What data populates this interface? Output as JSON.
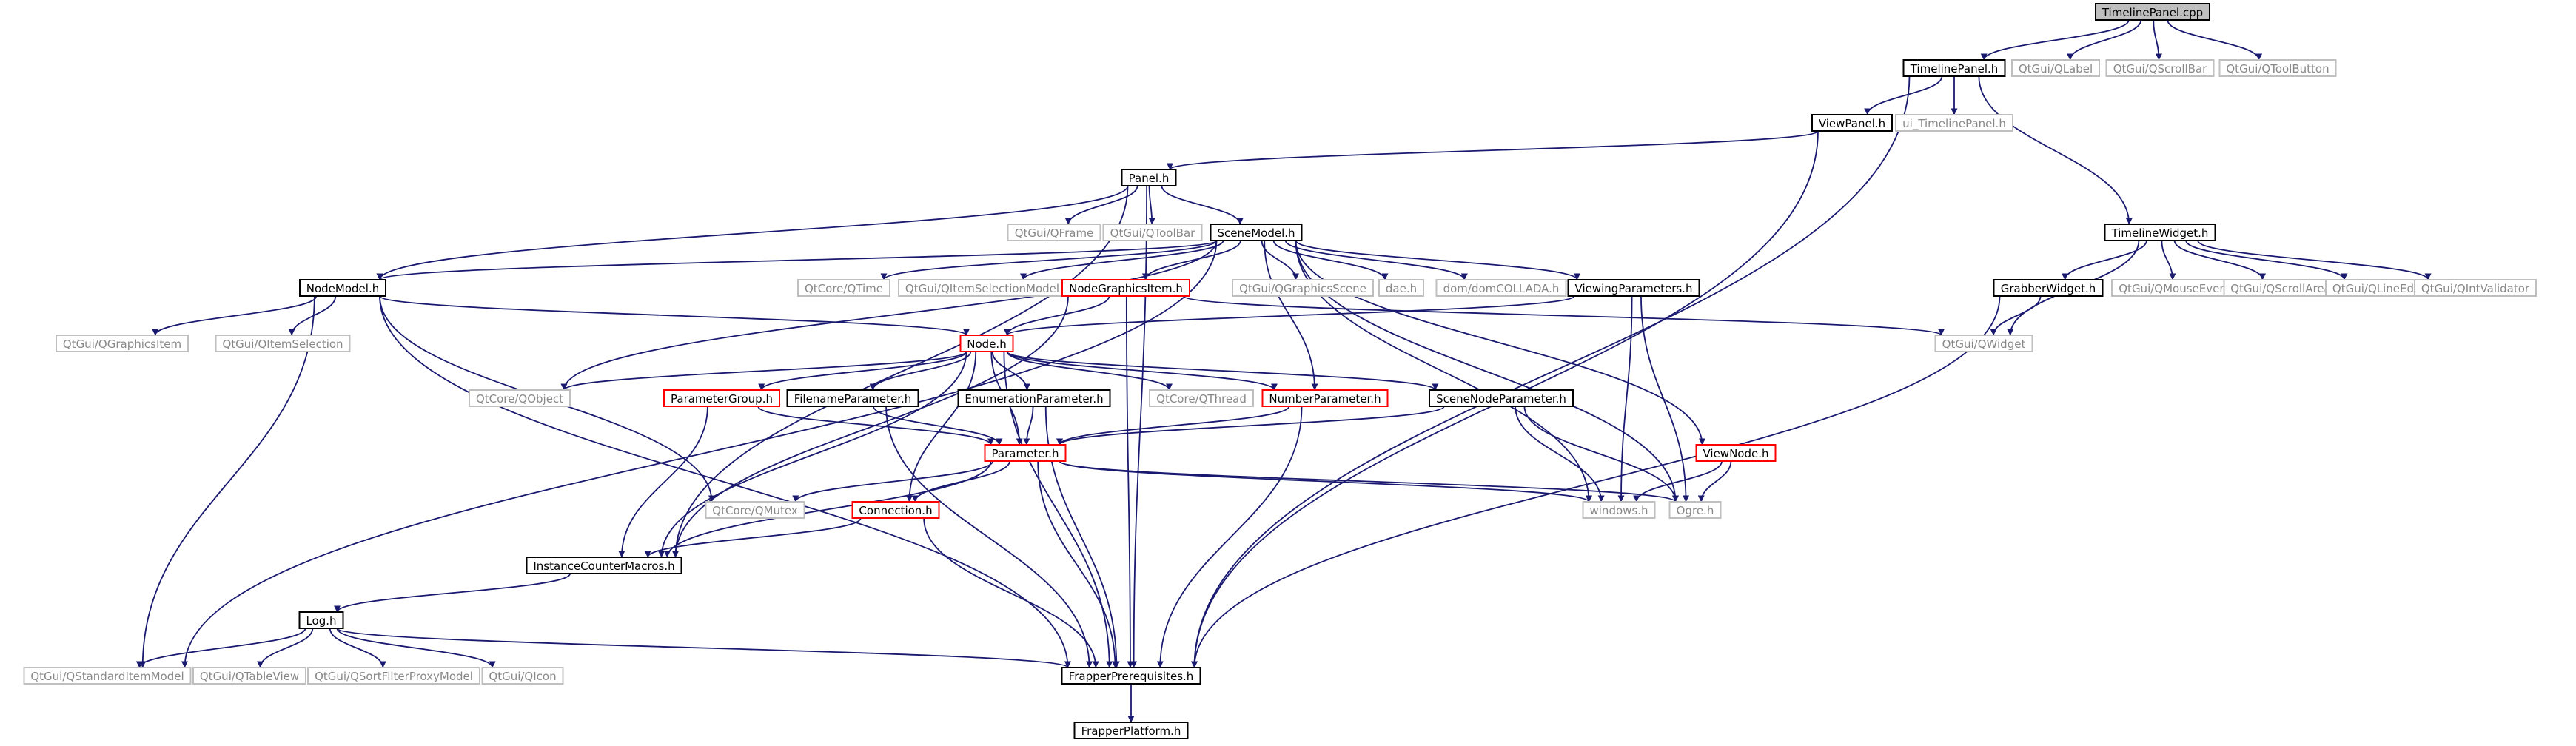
{
  "diagram": {
    "type": "include-dependency-graph",
    "colors": {
      "edge": "#191970",
      "root_fill": "#bfbfbf",
      "project_border": "#000000",
      "red_border": "#ff0000",
      "external_border": "#bfbfbf",
      "external_text": "#888888"
    },
    "nodes": [
      {
        "id": "timelinepanel_cpp",
        "label": "TimelinePanel.cpp",
        "kind": "root"
      },
      {
        "id": "timelinepanel_h",
        "label": "TimelinePanel.h",
        "kind": "project"
      },
      {
        "id": "qlabel",
        "label": "QtGui/QLabel",
        "kind": "external"
      },
      {
        "id": "qscrollbar",
        "label": "QtGui/QScrollBar",
        "kind": "external"
      },
      {
        "id": "qtoolbutton",
        "label": "QtGui/QToolButton",
        "kind": "external"
      },
      {
        "id": "viewpanel_h",
        "label": "ViewPanel.h",
        "kind": "project"
      },
      {
        "id": "ui_timelinepanel_h",
        "label": "ui_TimelinePanel.h",
        "kind": "external"
      },
      {
        "id": "panel_h",
        "label": "Panel.h",
        "kind": "project"
      },
      {
        "id": "qframe",
        "label": "QtGui/QFrame",
        "kind": "external"
      },
      {
        "id": "qtoolbar",
        "label": "QtGui/QToolBar",
        "kind": "external"
      },
      {
        "id": "scenemodel_h",
        "label": "SceneModel.h",
        "kind": "project"
      },
      {
        "id": "timelinewidget_h",
        "label": "TimelineWidget.h",
        "kind": "project"
      },
      {
        "id": "nodemodel_h",
        "label": "NodeModel.h",
        "kind": "project"
      },
      {
        "id": "qtime",
        "label": "QtCore/QTime",
        "kind": "external"
      },
      {
        "id": "qitemselectionmodel",
        "label": "QtGui/QItemSelectionModel",
        "kind": "external"
      },
      {
        "id": "nodegraphicsitem_h",
        "label": "NodeGraphicsItem.h",
        "kind": "red"
      },
      {
        "id": "qgraphicsscene",
        "label": "QtGui/QGraphicsScene",
        "kind": "external"
      },
      {
        "id": "dae_h",
        "label": "dae.h",
        "kind": "external"
      },
      {
        "id": "domcollada_h",
        "label": "dom/domCOLLADA.h",
        "kind": "external"
      },
      {
        "id": "viewingparameters_h",
        "label": "ViewingParameters.h",
        "kind": "project"
      },
      {
        "id": "grabberwidget_h",
        "label": "GrabberWidget.h",
        "kind": "project"
      },
      {
        "id": "qmouseevent",
        "label": "QtGui/QMouseEvent",
        "kind": "external"
      },
      {
        "id": "qscrollarea",
        "label": "QtGui/QScrollArea",
        "kind": "external"
      },
      {
        "id": "qlineedit",
        "label": "QtGui/QLineEdit",
        "kind": "external"
      },
      {
        "id": "qintvalidator",
        "label": "QtGui/QIntValidator",
        "kind": "external"
      },
      {
        "id": "qgraphicsitem",
        "label": "QtGui/QGraphicsItem",
        "kind": "external"
      },
      {
        "id": "qitemselection",
        "label": "QtGui/QItemSelection",
        "kind": "external"
      },
      {
        "id": "node_h",
        "label": "Node.h",
        "kind": "red"
      },
      {
        "id": "qwidget",
        "label": "QtGui/QWidget",
        "kind": "external"
      },
      {
        "id": "qobject",
        "label": "QtCore/QObject",
        "kind": "external"
      },
      {
        "id": "parametergroup_h",
        "label": "ParameterGroup.h",
        "kind": "red"
      },
      {
        "id": "filenameparameter_h",
        "label": "FilenameParameter.h",
        "kind": "project"
      },
      {
        "id": "enumerationparameter_h",
        "label": "EnumerationParameter.h",
        "kind": "project"
      },
      {
        "id": "qthread",
        "label": "QtCore/QThread",
        "kind": "external"
      },
      {
        "id": "numberparameter_h",
        "label": "NumberParameter.h",
        "kind": "red"
      },
      {
        "id": "scenenodeparameter_h",
        "label": "SceneNodeParameter.h",
        "kind": "project"
      },
      {
        "id": "parameter_h",
        "label": "Parameter.h",
        "kind": "red"
      },
      {
        "id": "viewnode_h",
        "label": "ViewNode.h",
        "kind": "red"
      },
      {
        "id": "qmutex",
        "label": "QtCore/QMutex",
        "kind": "external"
      },
      {
        "id": "connection_h",
        "label": "Connection.h",
        "kind": "red"
      },
      {
        "id": "windows_h",
        "label": "windows.h",
        "kind": "external"
      },
      {
        "id": "ogre_h",
        "label": "Ogre.h",
        "kind": "external"
      },
      {
        "id": "instancecountermacros_h",
        "label": "InstanceCounterMacros.h",
        "kind": "project"
      },
      {
        "id": "log_h",
        "label": "Log.h",
        "kind": "project"
      },
      {
        "id": "qstandarditemmodel",
        "label": "QtGui/QStandardItemModel",
        "kind": "external"
      },
      {
        "id": "qtableview",
        "label": "QtGui/QTableView",
        "kind": "external"
      },
      {
        "id": "qsortfilterproxymodel",
        "label": "QtGui/QSortFilterProxyModel",
        "kind": "external"
      },
      {
        "id": "qicon",
        "label": "QtGui/QIcon",
        "kind": "external"
      },
      {
        "id": "frapperprerequisites_h",
        "label": "FrapperPrerequisites.h",
        "kind": "project"
      },
      {
        "id": "frapperplatform_h",
        "label": "FrapperPlatform.h",
        "kind": "project"
      }
    ],
    "edges": [
      [
        "timelinepanel_cpp",
        "timelinepanel_h"
      ],
      [
        "timelinepanel_cpp",
        "qlabel"
      ],
      [
        "timelinepanel_cpp",
        "qscrollbar"
      ],
      [
        "timelinepanel_cpp",
        "qtoolbutton"
      ],
      [
        "timelinepanel_h",
        "viewpanel_h"
      ],
      [
        "timelinepanel_h",
        "ui_timelinepanel_h"
      ],
      [
        "timelinepanel_h",
        "timelinewidget_h"
      ],
      [
        "timelinepanel_h",
        "frapperprerequisites_h"
      ],
      [
        "viewpanel_h",
        "panel_h"
      ],
      [
        "viewpanel_h",
        "frapperprerequisites_h"
      ],
      [
        "panel_h",
        "qframe"
      ],
      [
        "panel_h",
        "qtoolbar"
      ],
      [
        "panel_h",
        "scenemodel_h"
      ],
      [
        "panel_h",
        "nodemodel_h"
      ],
      [
        "panel_h",
        "instancecountermacros_h"
      ],
      [
        "panel_h",
        "frapperprerequisites_h"
      ],
      [
        "scenemodel_h",
        "nodemodel_h"
      ],
      [
        "scenemodel_h",
        "qtime"
      ],
      [
        "scenemodel_h",
        "qitemselectionmodel"
      ],
      [
        "scenemodel_h",
        "nodegraphicsitem_h"
      ],
      [
        "scenemodel_h",
        "qgraphicsscene"
      ],
      [
        "scenemodel_h",
        "dae_h"
      ],
      [
        "scenemodel_h",
        "domcollada_h"
      ],
      [
        "scenemodel_h",
        "viewingparameters_h"
      ],
      [
        "scenemodel_h",
        "qobject"
      ],
      [
        "scenemodel_h",
        "qstandarditemmodel"
      ],
      [
        "scenemodel_h",
        "numberparameter_h"
      ],
      [
        "scenemodel_h",
        "viewnode_h"
      ],
      [
        "scenemodel_h",
        "windows_h"
      ],
      [
        "scenemodel_h",
        "ogre_h"
      ],
      [
        "timelinewidget_h",
        "grabberwidget_h"
      ],
      [
        "timelinewidget_h",
        "qmouseevent"
      ],
      [
        "timelinewidget_h",
        "qscrollarea"
      ],
      [
        "timelinewidget_h",
        "qlineedit"
      ],
      [
        "timelinewidget_h",
        "qintvalidator"
      ],
      [
        "timelinewidget_h",
        "qwidget"
      ],
      [
        "grabberwidget_h",
        "qwidget"
      ],
      [
        "grabberwidget_h",
        "frapperprerequisites_h"
      ],
      [
        "nodemodel_h",
        "qgraphicsitem"
      ],
      [
        "nodemodel_h",
        "qitemselection"
      ],
      [
        "nodemodel_h",
        "node_h"
      ],
      [
        "nodemodel_h",
        "qstandarditemmodel"
      ],
      [
        "nodemodel_h",
        "qmutex"
      ],
      [
        "nodemodel_h",
        "frapperprerequisites_h"
      ],
      [
        "nodegraphicsitem_h",
        "node_h"
      ],
      [
        "nodegraphicsitem_h",
        "qwidget"
      ],
      [
        "nodegraphicsitem_h",
        "instancecountermacros_h"
      ],
      [
        "nodegraphicsitem_h",
        "frapperprerequisites_h"
      ],
      [
        "viewingparameters_h",
        "node_h"
      ],
      [
        "viewingparameters_h",
        "windows_h"
      ],
      [
        "viewingparameters_h",
        "ogre_h"
      ],
      [
        "node_h",
        "qobject"
      ],
      [
        "node_h",
        "parametergroup_h"
      ],
      [
        "node_h",
        "filenameparameter_h"
      ],
      [
        "node_h",
        "enumerationparameter_h"
      ],
      [
        "node_h",
        "qthread"
      ],
      [
        "node_h",
        "numberparameter_h"
      ],
      [
        "node_h",
        "scenenodeparameter_h"
      ],
      [
        "node_h",
        "parameter_h"
      ],
      [
        "node_h",
        "connection_h"
      ],
      [
        "node_h",
        "instancecountermacros_h"
      ],
      [
        "node_h",
        "frapperprerequisites_h"
      ],
      [
        "parametergroup_h",
        "parameter_h"
      ],
      [
        "parametergroup_h",
        "instancecountermacros_h"
      ],
      [
        "filenameparameter_h",
        "parameter_h"
      ],
      [
        "filenameparameter_h",
        "frapperprerequisites_h"
      ],
      [
        "enumerationparameter_h",
        "parameter_h"
      ],
      [
        "enumerationparameter_h",
        "frapperprerequisites_h"
      ],
      [
        "numberparameter_h",
        "parameter_h"
      ],
      [
        "numberparameter_h",
        "frapperprerequisites_h"
      ],
      [
        "scenenodeparameter_h",
        "parameter_h"
      ],
      [
        "scenenodeparameter_h",
        "windows_h"
      ],
      [
        "scenenodeparameter_h",
        "ogre_h"
      ],
      [
        "parameter_h",
        "qmutex"
      ],
      [
        "parameter_h",
        "connection_h"
      ],
      [
        "parameter_h",
        "windows_h"
      ],
      [
        "parameter_h",
        "ogre_h"
      ],
      [
        "parameter_h",
        "instancecountermacros_h"
      ],
      [
        "parameter_h",
        "frapperprerequisites_h"
      ],
      [
        "viewnode_h",
        "windows_h"
      ],
      [
        "viewnode_h",
        "ogre_h"
      ],
      [
        "connection_h",
        "instancecountermacros_h"
      ],
      [
        "connection_h",
        "frapperprerequisites_h"
      ],
      [
        "instancecountermacros_h",
        "log_h"
      ],
      [
        "log_h",
        "qstandarditemmodel"
      ],
      [
        "log_h",
        "qtableview"
      ],
      [
        "log_h",
        "qsortfilterproxymodel"
      ],
      [
        "log_h",
        "qicon"
      ],
      [
        "log_h",
        "frapperprerequisites_h"
      ],
      [
        "frapperprerequisites_h",
        "frapperplatform_h"
      ]
    ]
  }
}
